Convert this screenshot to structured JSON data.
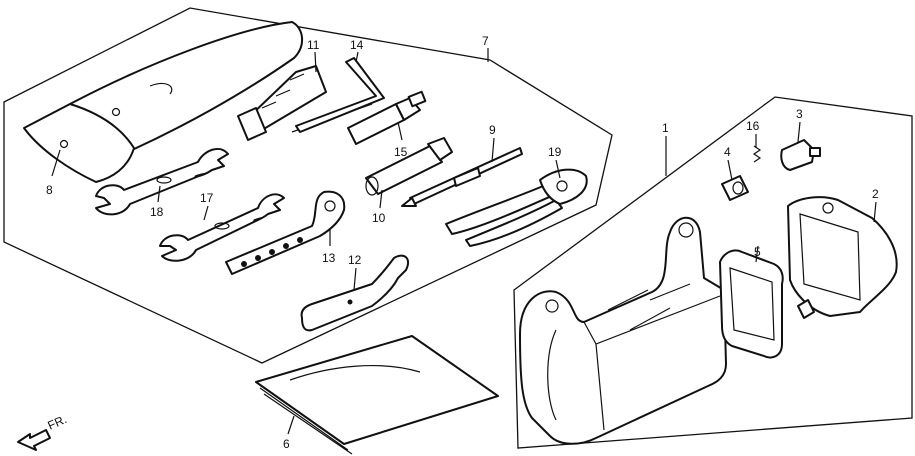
{
  "colors": {
    "line": "#111111",
    "background": "#ffffff"
  },
  "callouts": {
    "c1": "1",
    "c2": "2",
    "c3": "3",
    "c4": "4",
    "c5": "5",
    "c6": "6",
    "c7": "7",
    "c8": "8",
    "c9": "9",
    "c10": "10",
    "c11": "11",
    "c12": "12",
    "c13": "13",
    "c14": "14",
    "c15": "15",
    "c16": "16",
    "c17": "17",
    "c18": "18",
    "c19": "19"
  },
  "front_arrow": {
    "label": "FR."
  }
}
